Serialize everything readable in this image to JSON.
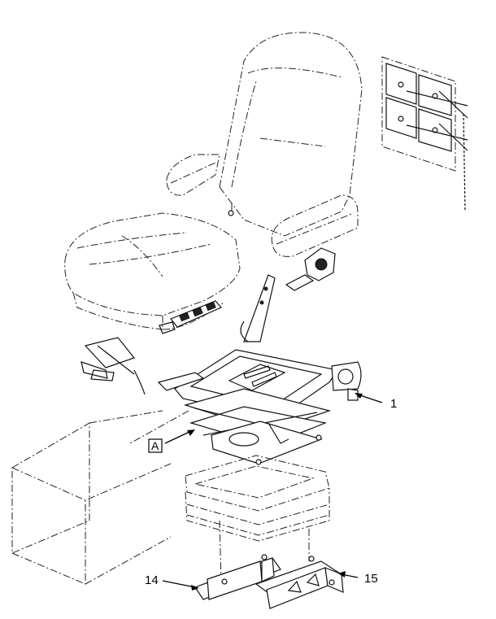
{
  "callouts": {
    "c1": "1",
    "c14": "14",
    "c15": "15",
    "detail_ref": "A"
  }
}
